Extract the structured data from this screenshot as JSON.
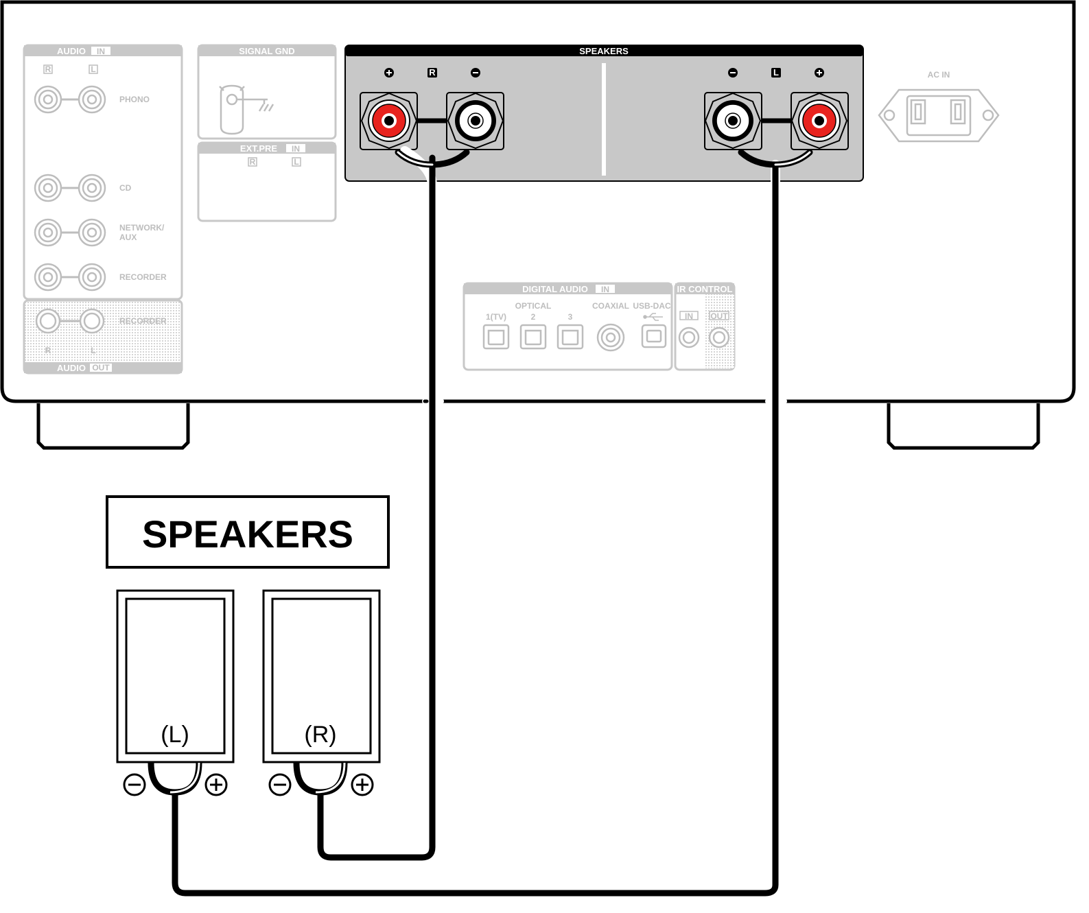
{
  "panel": {
    "audio_in": {
      "header": "AUDIO",
      "tag": "IN",
      "r": "R",
      "l": "L",
      "inputs": [
        "PHONO",
        "CD",
        "NETWORK/",
        "AUX",
        "RECORDER"
      ]
    },
    "audio_out": {
      "header": "AUDIO",
      "tag": "OUT",
      "row": "RECORDER",
      "r": "R",
      "l": "L"
    },
    "signal_gnd": {
      "header": "SIGNAL GND"
    },
    "ext_pre": {
      "header": "EXT.PRE",
      "tag": "IN",
      "r": "R",
      "l": "L"
    },
    "speakers_terminal": {
      "header": "SPEAKERS",
      "r": "R",
      "l": "L"
    },
    "ac_in": {
      "label": "AC IN"
    },
    "digital_audio": {
      "header": "DIGITAL AUDIO",
      "tag": "IN",
      "optical": "OPTICAL",
      "ports": [
        "1(TV)",
        "2",
        "3"
      ],
      "coaxial": "COAXIAL",
      "usb": "USB-DAC"
    },
    "ir_control": {
      "header": "IR CONTROL",
      "in": "IN",
      "out": "OUT"
    }
  },
  "speakers": {
    "title": "SPEAKERS",
    "left": "(L)",
    "right": "(R)"
  },
  "colors": {
    "terminal_red": "#e8231e",
    "panel_gray": "#c8c8c8",
    "faded_gray": "#bdbdbd"
  }
}
